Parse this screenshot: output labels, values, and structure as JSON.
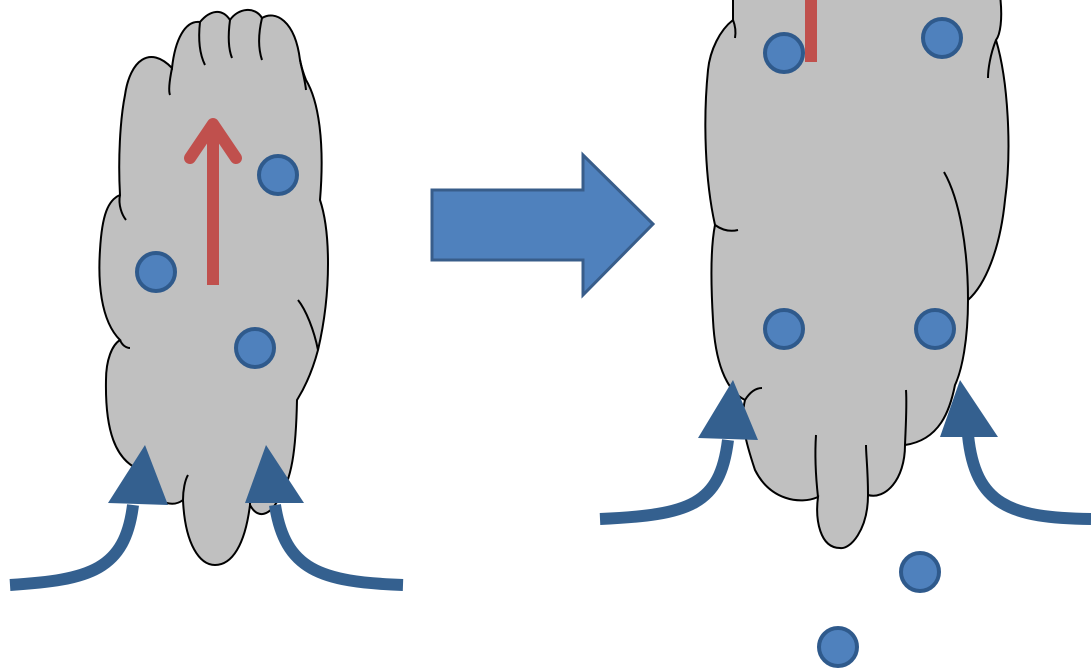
{
  "diagram": {
    "description_source": "visual-only",
    "colors": {
      "background": "#ffffff",
      "cloud_fill": "#c0c0c0",
      "cloud_stroke": "#000000",
      "droplet_fill": "#4f81bd",
      "droplet_stroke": "#2f5a8c",
      "updraft_arrow": "#34608f",
      "inflow_arrow": "#34608f",
      "transition_arrow_fill": "#4f81bd",
      "transition_arrow_stroke": "#385d8a"
    },
    "panels": [
      {
        "id": "before",
        "icons": [
          "cloud-icon",
          "updraft-arrow-icon",
          "inflow-arrow-icon",
          "droplet-icon"
        ],
        "droplet_count": 3
      },
      {
        "id": "after",
        "icons": [
          "cloud-icon",
          "updraft-arrow-icon",
          "inflow-arrow-icon",
          "droplet-icon"
        ],
        "droplet_count": 6
      }
    ],
    "transition_icon": "right-block-arrow-icon"
  }
}
